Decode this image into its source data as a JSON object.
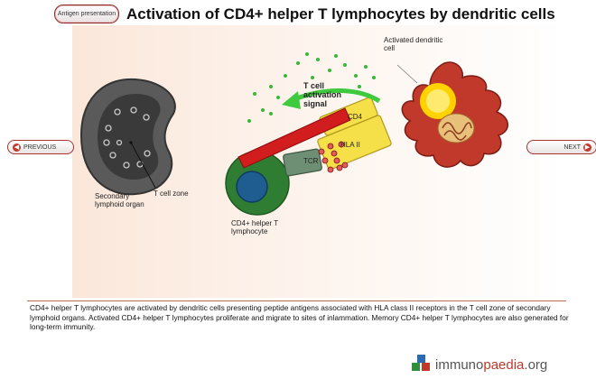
{
  "header": {
    "topic_label": "Antigen presentation",
    "title": "Activation of CD4+ helper T lymphocytes by dendritic cells"
  },
  "nav": {
    "previous_label": "PREVIOUS",
    "next_label": "NEXT"
  },
  "diagram": {
    "organ_label": "Secondary lymphoid organ",
    "zone_label": "T cell zone",
    "dendritic_label": "Activated dendritic cell",
    "signal_label": "T cell activation signal",
    "cd4_label": "CD4",
    "hla_label": "HLA II",
    "tcr_label": "TCR",
    "tcell_label": "CD4+ helper T lymphocyte",
    "colors": {
      "organ": "#555555",
      "tcell": "#2e7d32",
      "nucleus": "#1f5c8f",
      "dendritic": "#c0392b",
      "receptor": "#f5e04a",
      "signal_arrow": "#3ec93e",
      "cd4_bar": "#d11d1d"
    }
  },
  "caption": "CD4+ helper T lymphocytes are activated by dendritic cells presenting peptide antigens associated with HLA class II receptors in the T cell zone of secondary lymphoid organs. Activated CD4+ helper T lymphocytes proliferate and migrate to sites of inlammation. Memory CD4+ helper T lymphocytes are also generated for long-term immunity.",
  "brand": {
    "prefix": "immuno",
    "highlight": "paedia",
    "suffix": ".org"
  }
}
